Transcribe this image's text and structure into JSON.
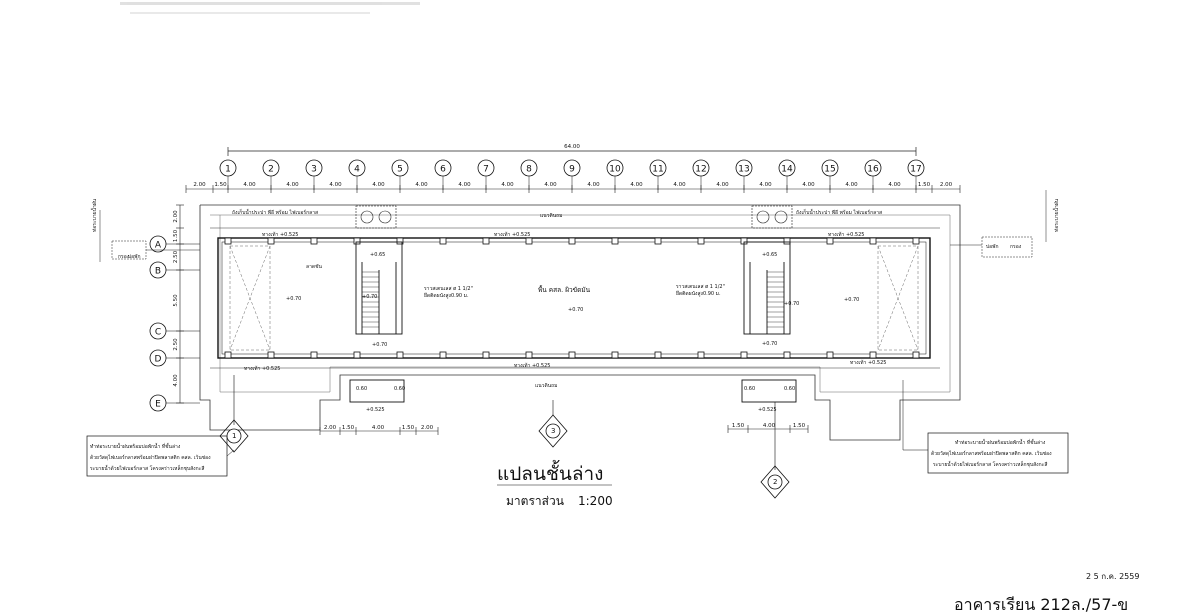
{
  "drawing": {
    "title": "แปลนชั้นล่าง",
    "scale_label": "มาตราส่วน",
    "scale_value": "1:200",
    "date": "2 5 ก.ค. 2559",
    "sheet_name": "อาคารเรียน 212ล./57-ข"
  },
  "overall_dimension": "64.00",
  "grid_columns": [
    "1",
    "2",
    "3",
    "4",
    "5",
    "6",
    "7",
    "8",
    "9",
    "10",
    "11",
    "12",
    "13",
    "14",
    "15",
    "16",
    "17"
  ],
  "column_dimensions": [
    "2.00",
    "1.50",
    "4.00",
    "4.00",
    "4.00",
    "4.00",
    "4.00",
    "4.00",
    "4.00",
    "4.00",
    "4.00",
    "4.00",
    "4.00",
    "4.00",
    "4.00",
    "4.00",
    "4.00",
    "4.00",
    "1.50",
    "2.00"
  ],
  "grid_rows": [
    "A",
    "B",
    "C",
    "D",
    "E"
  ],
  "row_dimensions": [
    "2.00",
    "1.50",
    "2.50",
    "5.50",
    "2.50",
    "4.00"
  ],
  "bottom_left_dimensions": [
    "2.00",
    "1.50",
    "4.00",
    "1.50",
    "2.00"
  ],
  "bottom_right_dimensions": [
    "1.50",
    "4.00",
    "1.50"
  ],
  "labels": {
    "water_tank_left": "ถังเก็บน้ำประปา พีอี พร้อม ไฟเบอร์กลาส",
    "water_tank_right": "ถังเก็บน้ำประปา พีอี พร้อม ไฟเบอร์กลาส",
    "soil_top": "แนวดินถม",
    "soil_bottom": "แนวดินถม",
    "walkway_tl": "ทางเท้า +0.525",
    "walkway_tc": "ทางเท้า +0.525",
    "walkway_tr": "ทางเท้า +0.525",
    "walkway_bl": "ทางเท้า +0.525",
    "walkway_bc": "ทางเท้า +0.525",
    "walkway_br": "ทางเท้า +0.525",
    "floor_center": "พื้น คสล. ผิวขัดมัน",
    "level_center": "+0.70",
    "level_left": "+0.70",
    "level_right": "+0.70",
    "level_stair_left_top": "+0.65",
    "level_stair_right_top": "+0.65",
    "level_stair_left": "+0.70",
    "level_stair_right": "+0.70",
    "level_stair_left_bottom": "+0.70",
    "level_stair_right_bottom": "+0.70",
    "level_bottom_left": "+0.525",
    "level_bottom_right": "+0.525",
    "rail_left": "ราวสเตนเลส ø 1 1/2\"",
    "rail_left_sub": "ยึดติดผนังสูง0.90 ม.",
    "rail_right": "ราวสเตนเลส ø 1 1/2\"",
    "rail_right_sub": "ยึดติดผนังสูง0.90 ม.",
    "rain_pipe_left": "ท่อระบายน้ำฝน",
    "rain_pipe_right": "ท่อระบายน้ำฝน",
    "drain_left_a": "บ่อพัก",
    "drain_left_b": "กรอง",
    "drain_right_a": "บ่อพัก",
    "drain_right_b": "กรอง",
    "note_left_1": "ทำท่อระบายน้ำฝนพร้อมบ่อพักน้ำ ที่ชั้นล่าง",
    "note_left_2": "ด้วยวัสดุไฟเบอร์กลาสพร้อมฝาปิดพลาสติก คสล. เว้นช่อง",
    "note_left_3": "ระบายน้ำด้วยไฟเบอร์กลาส โครงคร่าวเหล็กชุบสังกะสี",
    "note_right_1": "ทำท่อระบายน้ำฝนพร้อมบ่อพักน้ำ ที่ชั้นล่าง",
    "note_right_2": "ด้วยวัสดุไฟเบอร์กลาสพร้อมฝาปิดพลาสติก คสล. เว้นช่อง",
    "note_right_3": "ระบายน้ำด้วยไฟเบอร์กลาส โครงคร่าวเหล็กชุบสังกะสี",
    "section_1": "1",
    "section_2": "2",
    "section_3": "3",
    "stair_dim_1": "0.60",
    "stair_dim_2": "0.60",
    "stair_dim_3": "0.60",
    "stair_dim_4": "0.60",
    "ramp_label": "ลาดชัน"
  }
}
